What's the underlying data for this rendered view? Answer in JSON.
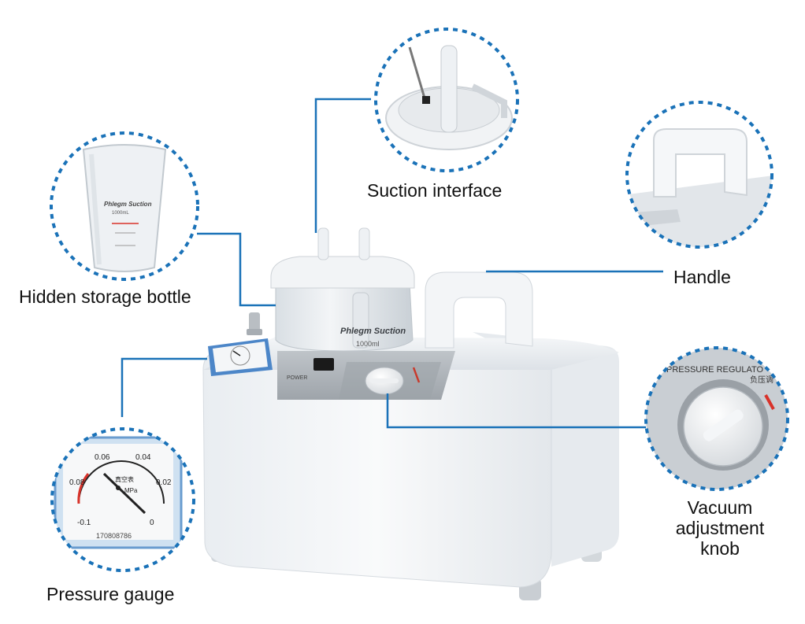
{
  "callouts": {
    "storage_bottle": "Hidden storage bottle",
    "suction_interface": "Suction interface",
    "handle": "Handle",
    "vacuum_knob": [
      "Vacuum",
      "adjustment",
      "knob"
    ],
    "pressure_gauge": "Pressure gauge"
  },
  "product_text": {
    "jar_print": "Phlegm Suction",
    "jar_volume": "1000ml",
    "bottle_print": "Phlegm Suction",
    "bottle_volume": "1000mL",
    "panel_power": "POWER",
    "regulator": "PRESSURE REGULATO",
    "regulator_cn": "负压调",
    "gauge_ticks": [
      "0.06",
      "0.04",
      "0.08",
      "0.02",
      "-0.1",
      "0"
    ],
    "gauge_unit": "MPa",
    "gauge_cn": "真空表",
    "gauge_serial": "170808786"
  },
  "colors": {
    "callout_accent": "#1a72b8",
    "label_text": "#111111",
    "gauge_red": "#d8322a"
  }
}
